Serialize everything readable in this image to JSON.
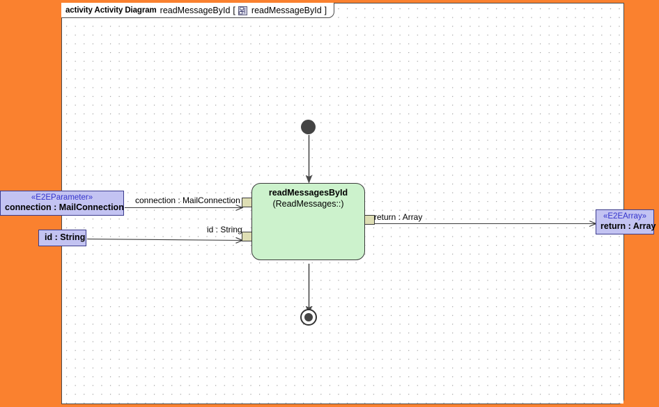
{
  "canvas": {
    "background_color": "#FA812F",
    "frame_background": "#ffffff",
    "grid": "dotted"
  },
  "frame": {
    "keyword": "activity Activity Diagram",
    "name": "readMessageById",
    "bracket_open": "[",
    "icon": "activity-diagram-icon",
    "qualifier": "readMessageById",
    "bracket_close": "]"
  },
  "nodes": {
    "initial": {
      "name": "initial-node",
      "type": "initial"
    },
    "final": {
      "name": "final-node",
      "type": "activity-final"
    },
    "action": {
      "name": "readMessagesById",
      "subtitle": "(ReadMessages::)",
      "fill_color": "#CCF2CC"
    },
    "parameters": [
      {
        "id": "connection",
        "stereotype": "«E2EParameter»",
        "label": "connection : MailConnection",
        "fill_color": "#C3C3F2"
      },
      {
        "id": "id",
        "stereotype": "",
        "label": "id : String",
        "fill_color": "#C3C3F2"
      },
      {
        "id": "return",
        "stereotype": "«E2EArray»",
        "label": "return : Array",
        "fill_color": "#C3C3F2"
      }
    ],
    "pins": [
      {
        "id": "pin-in-connection",
        "kind": "input",
        "fill_color": "#DEDEB4"
      },
      {
        "id": "pin-in-id",
        "kind": "input",
        "fill_color": "#DEDEB4"
      },
      {
        "id": "pin-out-return",
        "kind": "output",
        "fill_color": "#DEDEB4"
      }
    ]
  },
  "edges": [
    {
      "id": "edge-connection",
      "label": "connection : MailConnection"
    },
    {
      "id": "edge-id",
      "label": "id : String"
    },
    {
      "id": "edge-return",
      "label": "return : Array"
    },
    {
      "id": "edge-control-in",
      "label": ""
    },
    {
      "id": "edge-control-out",
      "label": ""
    }
  ]
}
